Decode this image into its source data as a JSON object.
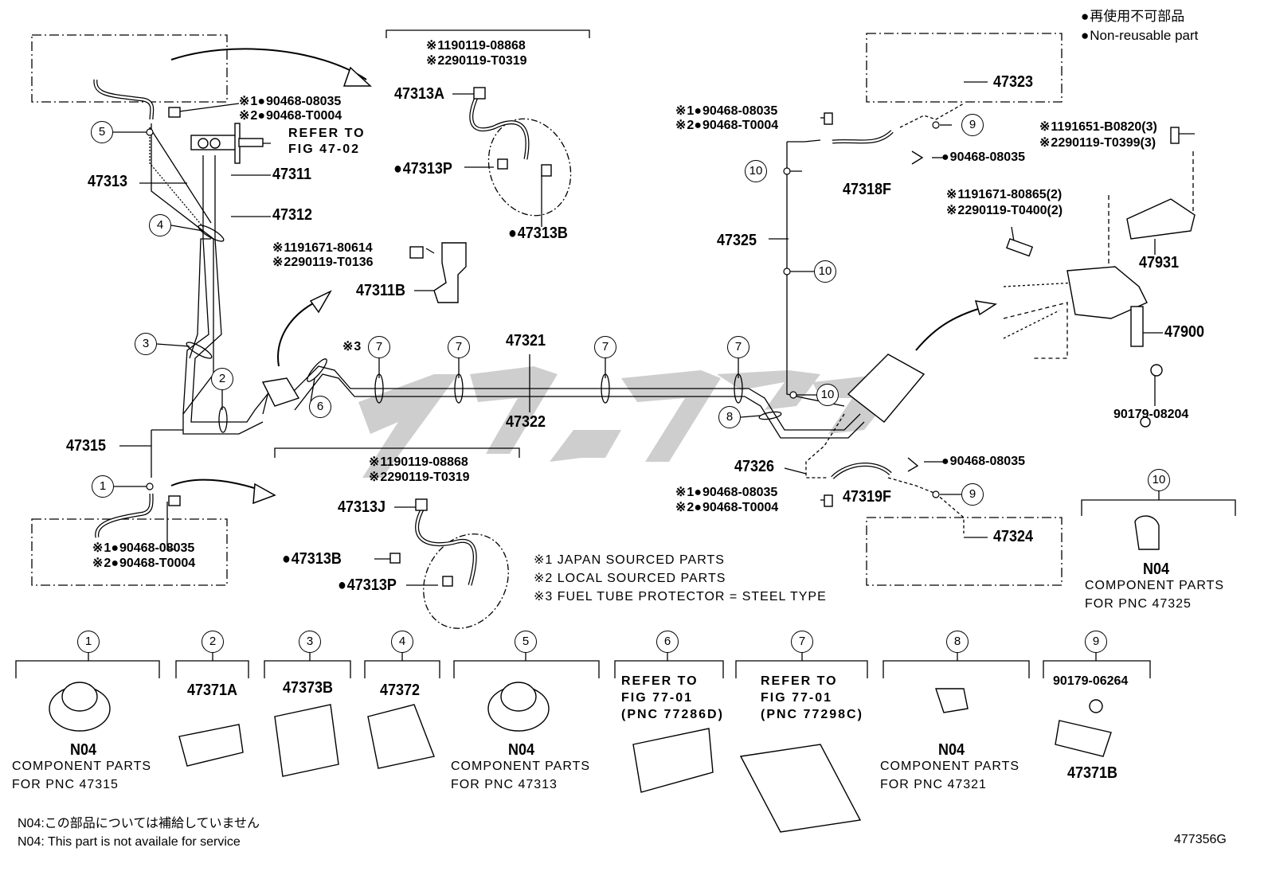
{
  "legend": {
    "jp": "再使用不可部品",
    "en": "Non-reusable part"
  },
  "figure_code": "477356G",
  "footer_notes": [
    "N04:この部品については補給していません",
    "N04: This part is not availale for service"
  ],
  "notes": {
    "n1": "※1 JAPAN SOURCED PARTS",
    "n2": "※2 LOCAL SOURCED PARTS",
    "n3": "※3 FUEL TUBE PROTECTOR = STEEL TYPE"
  },
  "parts": {
    "p47313": "47313",
    "p47311": "47311",
    "p47312": "47312",
    "p47315": "47315",
    "p47313A": "47313A",
    "p47313P_top": "47313P",
    "p47313B_top": "47313B",
    "p47311B": "47311B",
    "p47321": "47321",
    "p47322": "47322",
    "p47313J": "47313J",
    "p47313B_bot": "47313B",
    "p47313P_bot": "47313P",
    "p47323": "47323",
    "p47318F": "47318F",
    "p47325": "47325",
    "p47931": "47931",
    "p47900": "47900",
    "p90179_08204": "90179-08204",
    "p47326": "47326",
    "p47319F": "47319F",
    "p47324": "47324",
    "p90468_r1": "90468-08035",
    "p90468_r2": "90468-08035"
  },
  "refs": {
    "tl_1": "1",
    "tl_1v": "90468-08035",
    "tl_2": "2",
    "tl_2v": "90468-T0004",
    "refer_fig": "REFER TO",
    "refer_fig2": "FIG 47-02",
    "tc_1": "190119-08868",
    "tc_2": "290119-T0319",
    "mid_1": "191671-80614",
    "mid_2": "290119-T0136",
    "bc_1": "190119-08868",
    "bc_2": "290119-T0319",
    "bl_1": "1",
    "bl_1v": "90468-08035",
    "bl_2": "2",
    "bl_2v": "90468-T0004",
    "tr_1": "1",
    "tr_1v": "90468-08035",
    "tr_2": "2",
    "tr_2v": "90468-T0004",
    "br_1": "1",
    "br_1v": "90468-08035",
    "br_2": "2",
    "br_2v": "90468-T0004",
    "rr_1": "191651-B0820(3)",
    "rr_2": "290119-T0399(3)",
    "rr_3": "191671-80865(2)",
    "rr_4": "290119-T0400(2)",
    "star3": "3"
  },
  "callouts": [
    "1",
    "2",
    "3",
    "4",
    "5",
    "6",
    "7",
    "8",
    "9",
    "10"
  ],
  "component": {
    "n04": "N04",
    "cp": "COMPONENT PARTS",
    "pnc_47325": "FOR PNC 47325",
    "pnc_47315": "FOR PNC 47315",
    "pnc_47313": "FOR PNC 47313",
    "pnc_47321": "FOR PNC 47321",
    "p47371A": "47371A",
    "p47373B": "47373B",
    "p47372": "47372",
    "refer_to": "REFER TO",
    "fig_77_01": "FIG 77-01",
    "pnc_77286D": "(PNC 77286D)",
    "pnc_77298C": "(PNC 77298C)",
    "p90179_06264": "90179-06264",
    "p47371B": "47371B"
  },
  "colors": {
    "line": "#000000",
    "watermark": "#c8c8c8"
  }
}
